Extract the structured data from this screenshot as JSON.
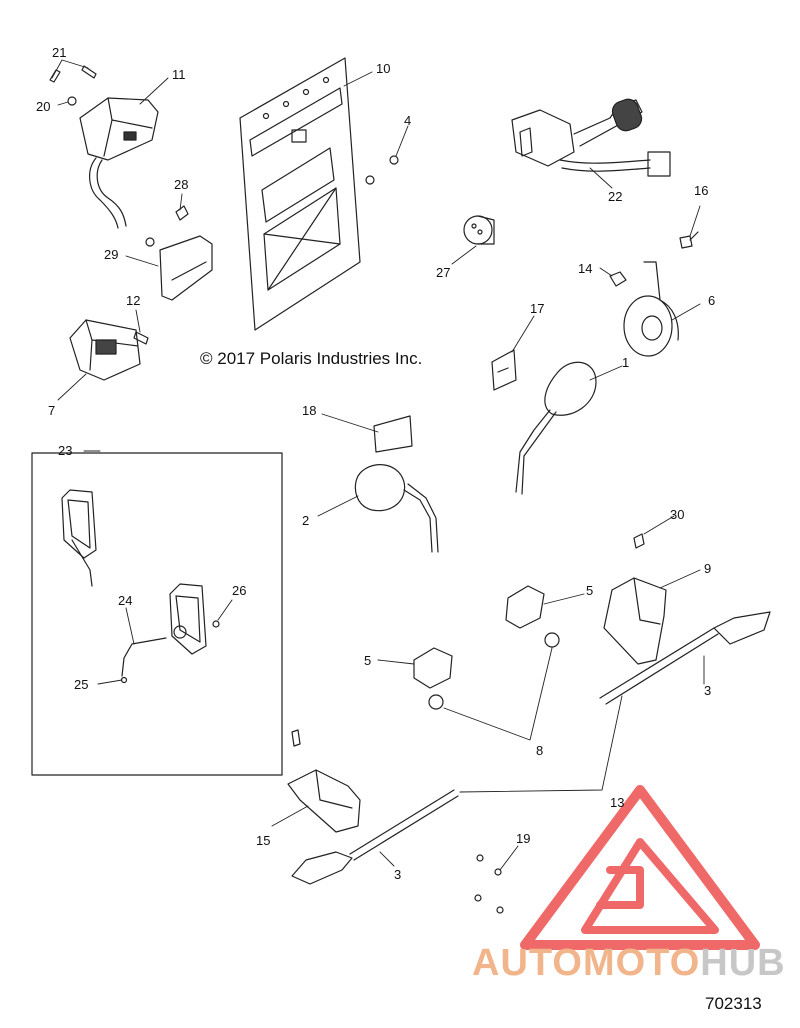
{
  "diagram": {
    "copyright": "© 2017  Polaris Industries Inc.",
    "doc_number": "702313",
    "watermark": {
      "part1": "AUTOMOTO",
      "part2": "HUB",
      "color_1": "#f2b48a",
      "color_2": "#c7c7c7",
      "triangle_color": "#ee4e4e"
    },
    "callouts": {
      "c21": "21",
      "c20": "20",
      "c11": "11",
      "c10": "10",
      "c4": "4",
      "c22": "22",
      "c16": "16",
      "c28": "28",
      "c29": "29",
      "c27": "27",
      "c14": "14",
      "c6": "6",
      "c12": "12",
      "c17": "17",
      "c1": "1",
      "c7": "7",
      "c18": "18",
      "c23": "23",
      "c2": "2",
      "c30": "30",
      "c26": "26",
      "c24": "24",
      "c9": "9",
      "c5a": "5",
      "c5b": "5",
      "c3a": "3",
      "c25": "25",
      "c8": "8",
      "c13": "13",
      "c15": "15",
      "c19": "19",
      "c3b": "3"
    }
  }
}
